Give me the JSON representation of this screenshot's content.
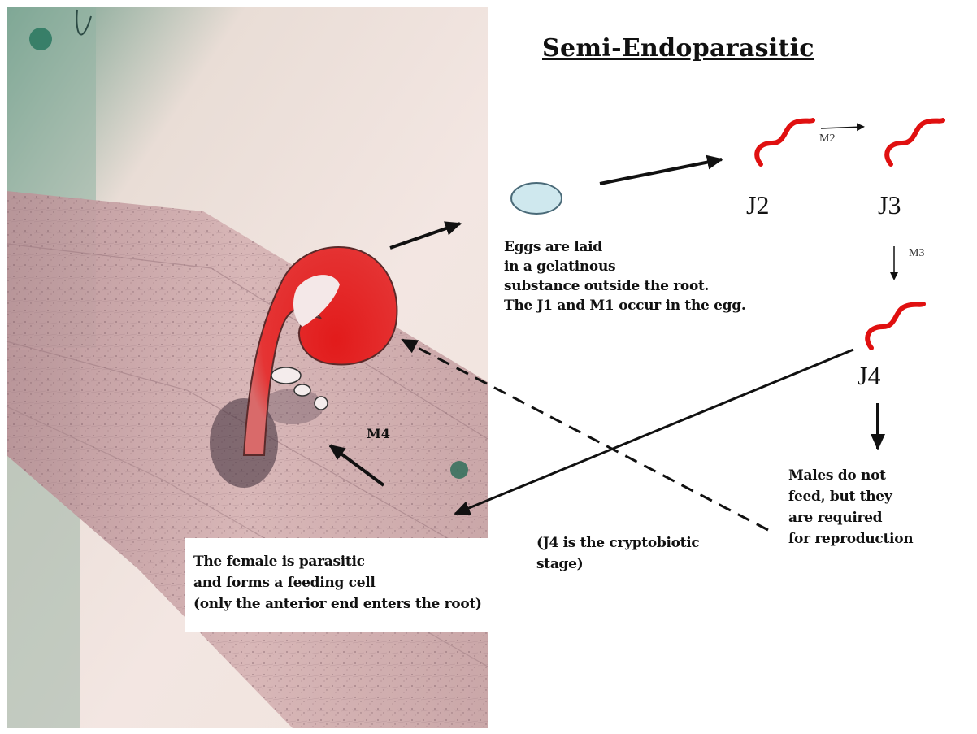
{
  "title": "Semi-Endoparasitic",
  "stages": {
    "j2": "J2",
    "j3": "J3",
    "j4": "J4"
  },
  "molts": {
    "m2": "M2",
    "m3": "M3",
    "m4": "M4"
  },
  "egg_note": [
    "Eggs are laid",
    "in a gelatinous",
    "substance outside the root.",
    "The J1 and M1 occur in the egg."
  ],
  "male_note": [
    "Males do not",
    "feed, but they",
    "are required",
    "for reproduction"
  ],
  "cryptobiotic_note": [
    "(J4 is the cryptobiotic",
    "stage)"
  ],
  "female_note": [
    "The female is parasitic",
    "and forms a feeding cell",
    "(only the anterior end enters the root)"
  ],
  "colors": {
    "nematode": "#e01010",
    "egg_fill": "#cfe8ee",
    "egg_stroke": "#4a6a78",
    "female_body": "#e02424",
    "root_tissue": "#c9a5a8",
    "background_green": "#3f7d6c"
  }
}
